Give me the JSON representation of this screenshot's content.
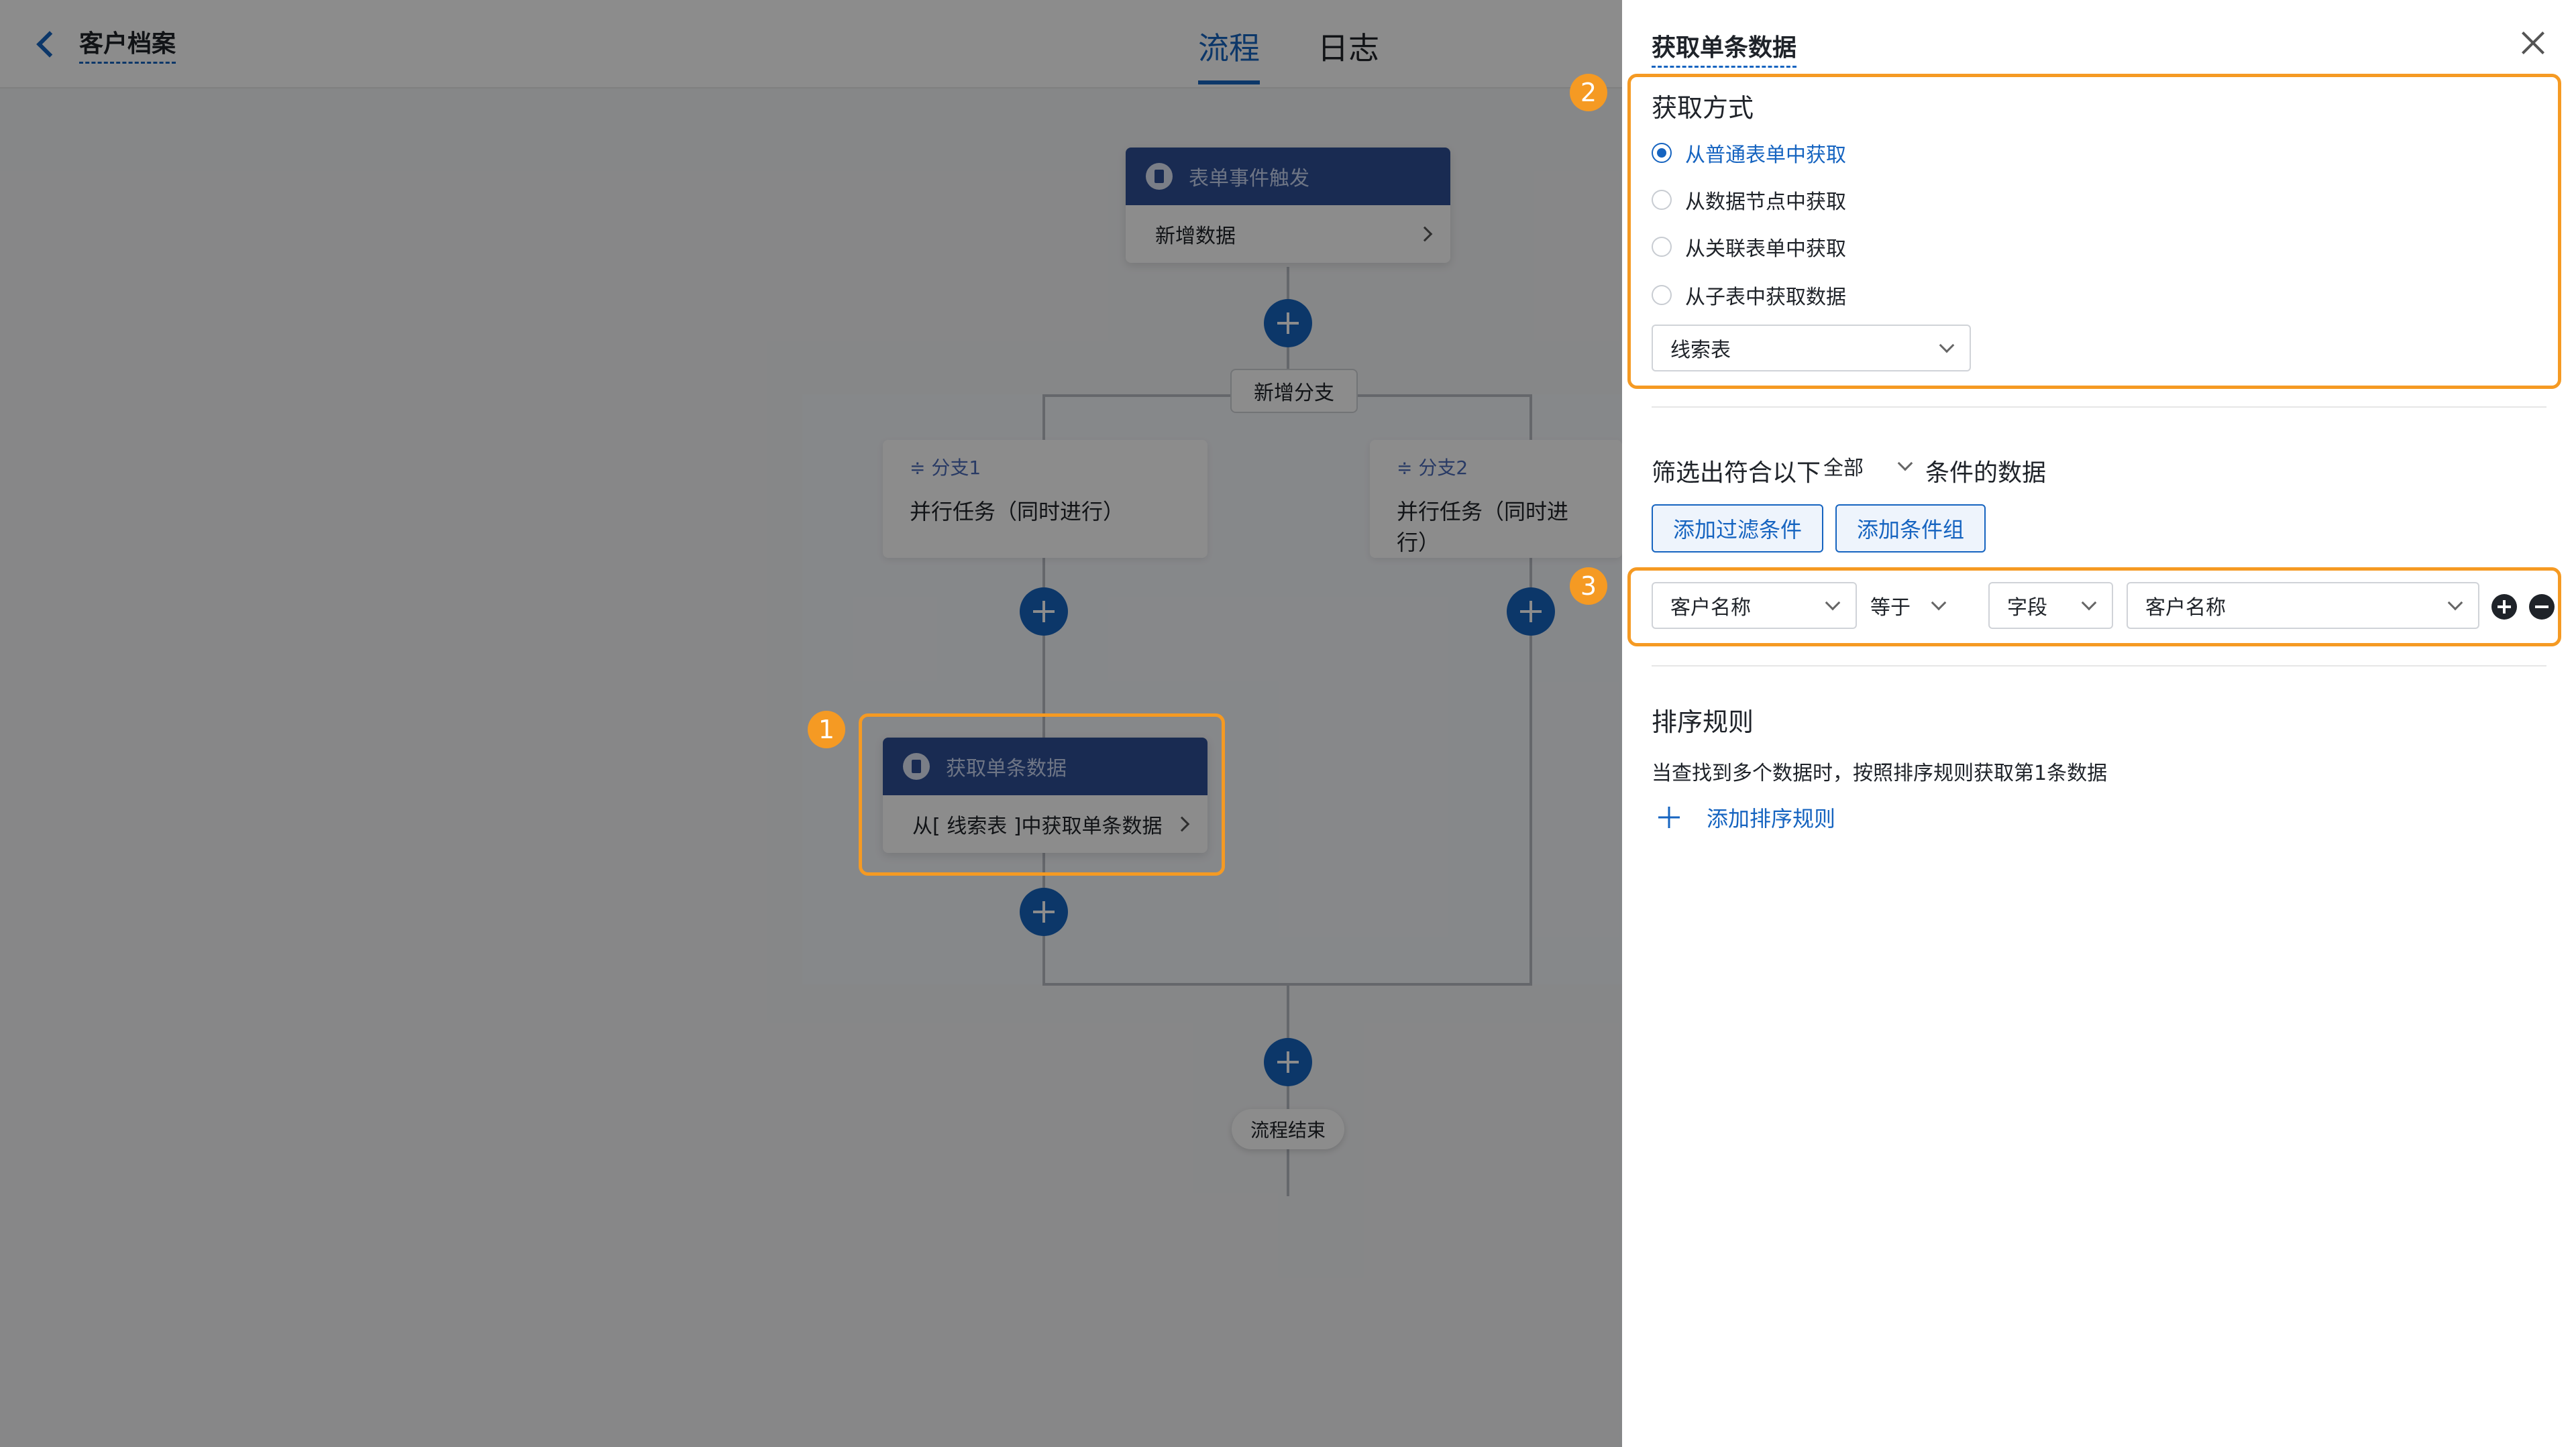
{
  "header": {
    "back_title": "客户档案",
    "tabs": [
      "流程",
      "日志"
    ]
  },
  "flow": {
    "trigger": {
      "title": "表单事件触发",
      "body": "新增数据"
    },
    "add_branch": "新增分支",
    "branch1": {
      "label": "≑ 分支1",
      "body": "并行任务（同时进行）"
    },
    "branch2": {
      "label": "≑ 分支2",
      "body": "并行任务（同时进行）"
    },
    "get_node": {
      "title": "获取单条数据",
      "body": "从[ 线索表 ]中获取单条数据"
    },
    "end": "流程结束"
  },
  "badges": [
    "1",
    "2",
    "3"
  ],
  "panel": {
    "title": "获取单条数据",
    "method_label": "获取方式",
    "options": [
      "从普通表单中获取",
      "从数据节点中获取",
      "从关联表单中获取",
      "从子表中获取数据"
    ],
    "form_select": "线索表",
    "filter_prefix": "筛选出符合以下",
    "filter_scope": "全部",
    "filter_suffix": "条件的数据",
    "btn_add_filter": "添加过滤条件",
    "btn_add_group": "添加条件组",
    "condition": {
      "field": "客户名称",
      "operator": "等于",
      "value_type": "字段",
      "value": "客户名称"
    },
    "sort_label": "排序规则",
    "sort_desc": "当查找到多个数据时，按照排序规则获取第1条数据",
    "add_sort": "添加排序规则"
  }
}
